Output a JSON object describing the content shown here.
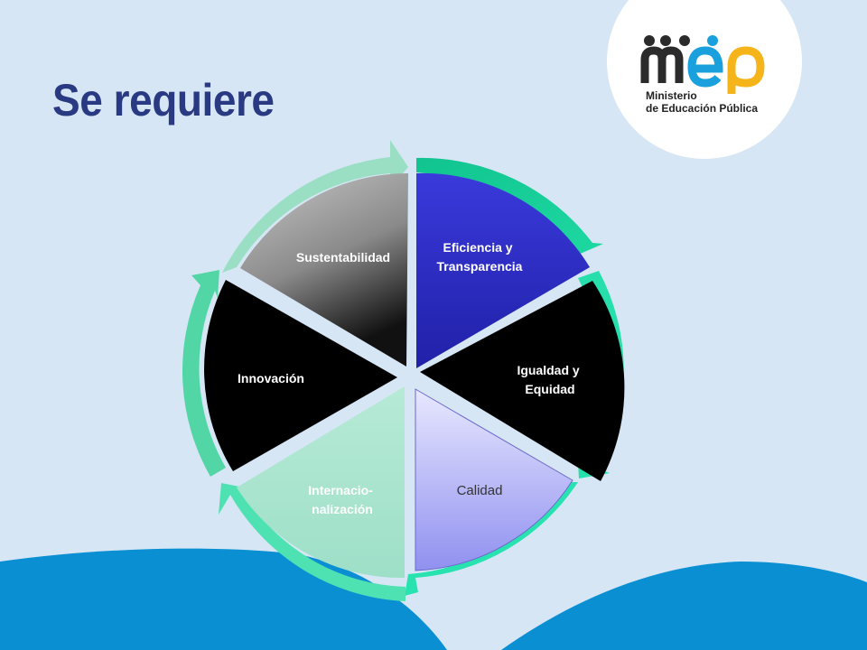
{
  "slide": {
    "title": "Se requiere"
  },
  "logo": {
    "wordmark": "mep",
    "line1": "Ministerio",
    "line2": "de Educación Pública"
  },
  "colors": {
    "background": "#d6e6f5",
    "title": "#2a3a82",
    "wave": "#0a8fd2",
    "arrow_light": "#8fdcb8",
    "arrow_teal": "#22d9a4"
  },
  "segments": [
    {
      "label_lines": [
        "Eficiencia y",
        "Transparencia"
      ]
    },
    {
      "label_lines": [
        "Igualdad y",
        "Equidad"
      ]
    },
    {
      "label_lines": [
        "Calidad"
      ]
    },
    {
      "label_lines": [
        "Internacio-",
        "nalización"
      ]
    },
    {
      "label_lines": [
        "Innovación"
      ]
    },
    {
      "label_lines": [
        "Sustentabilidad"
      ]
    }
  ]
}
